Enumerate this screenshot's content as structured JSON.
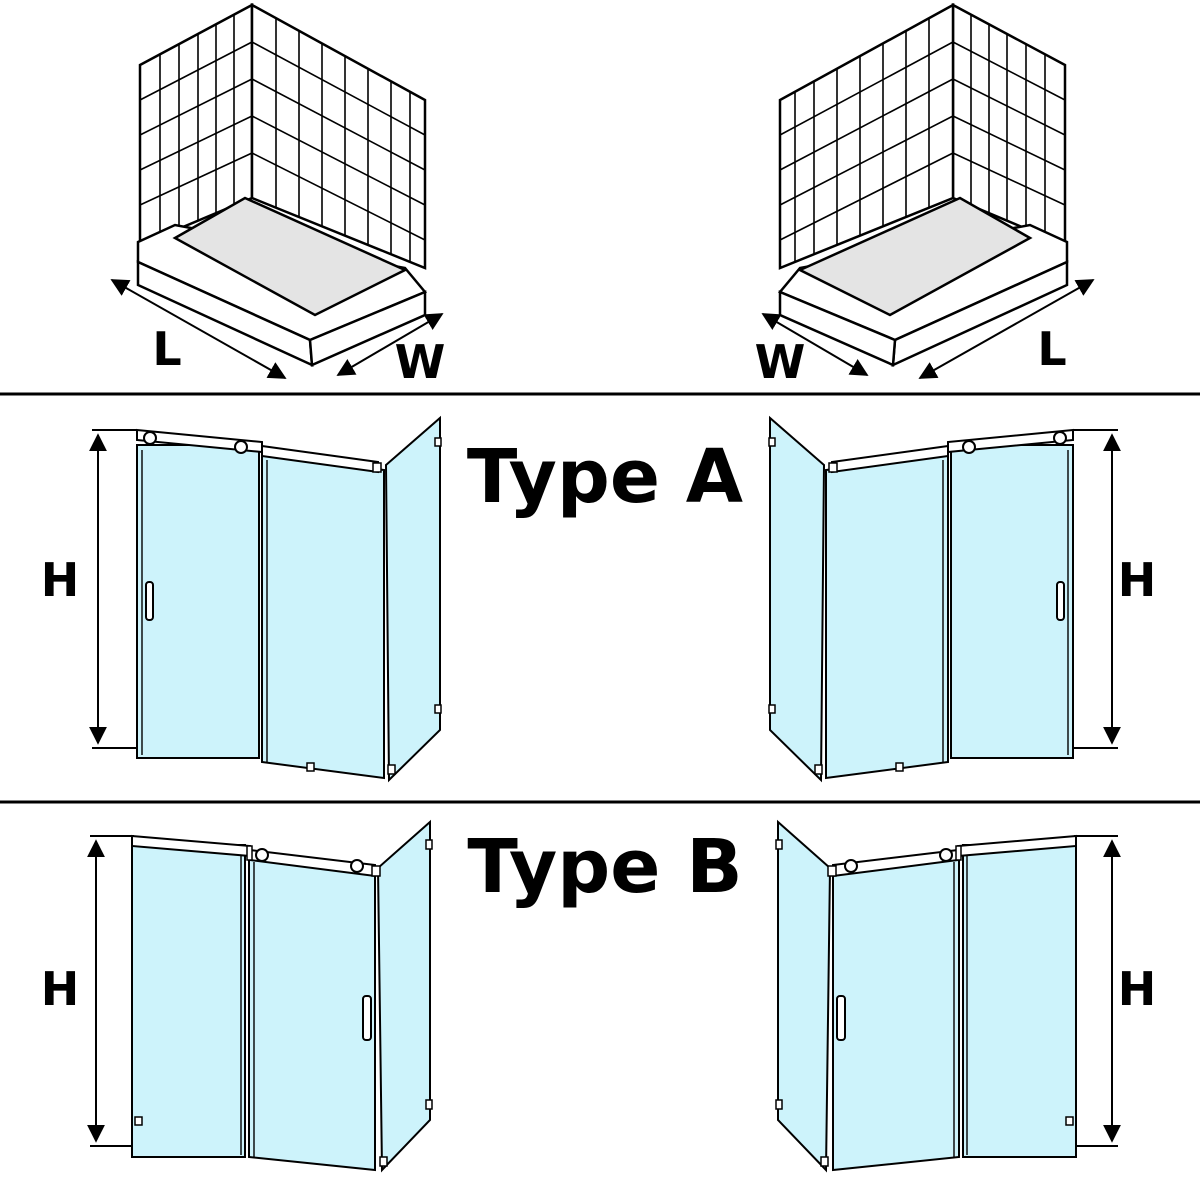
{
  "top": {
    "left_base": {
      "length_label": "L",
      "width_label": "W"
    },
    "right_base": {
      "width_label": "W",
      "length_label": "L"
    }
  },
  "type_a": {
    "title": "Type A",
    "height_label_left": "H",
    "height_label_right": "H"
  },
  "type_b": {
    "title": "Type B",
    "height_label_left": "H",
    "height_label_right": "H"
  },
  "colors": {
    "glass": "#cdf3fb",
    "tray": "#e4e4e4",
    "line": "#000000",
    "background": "#ffffff"
  }
}
